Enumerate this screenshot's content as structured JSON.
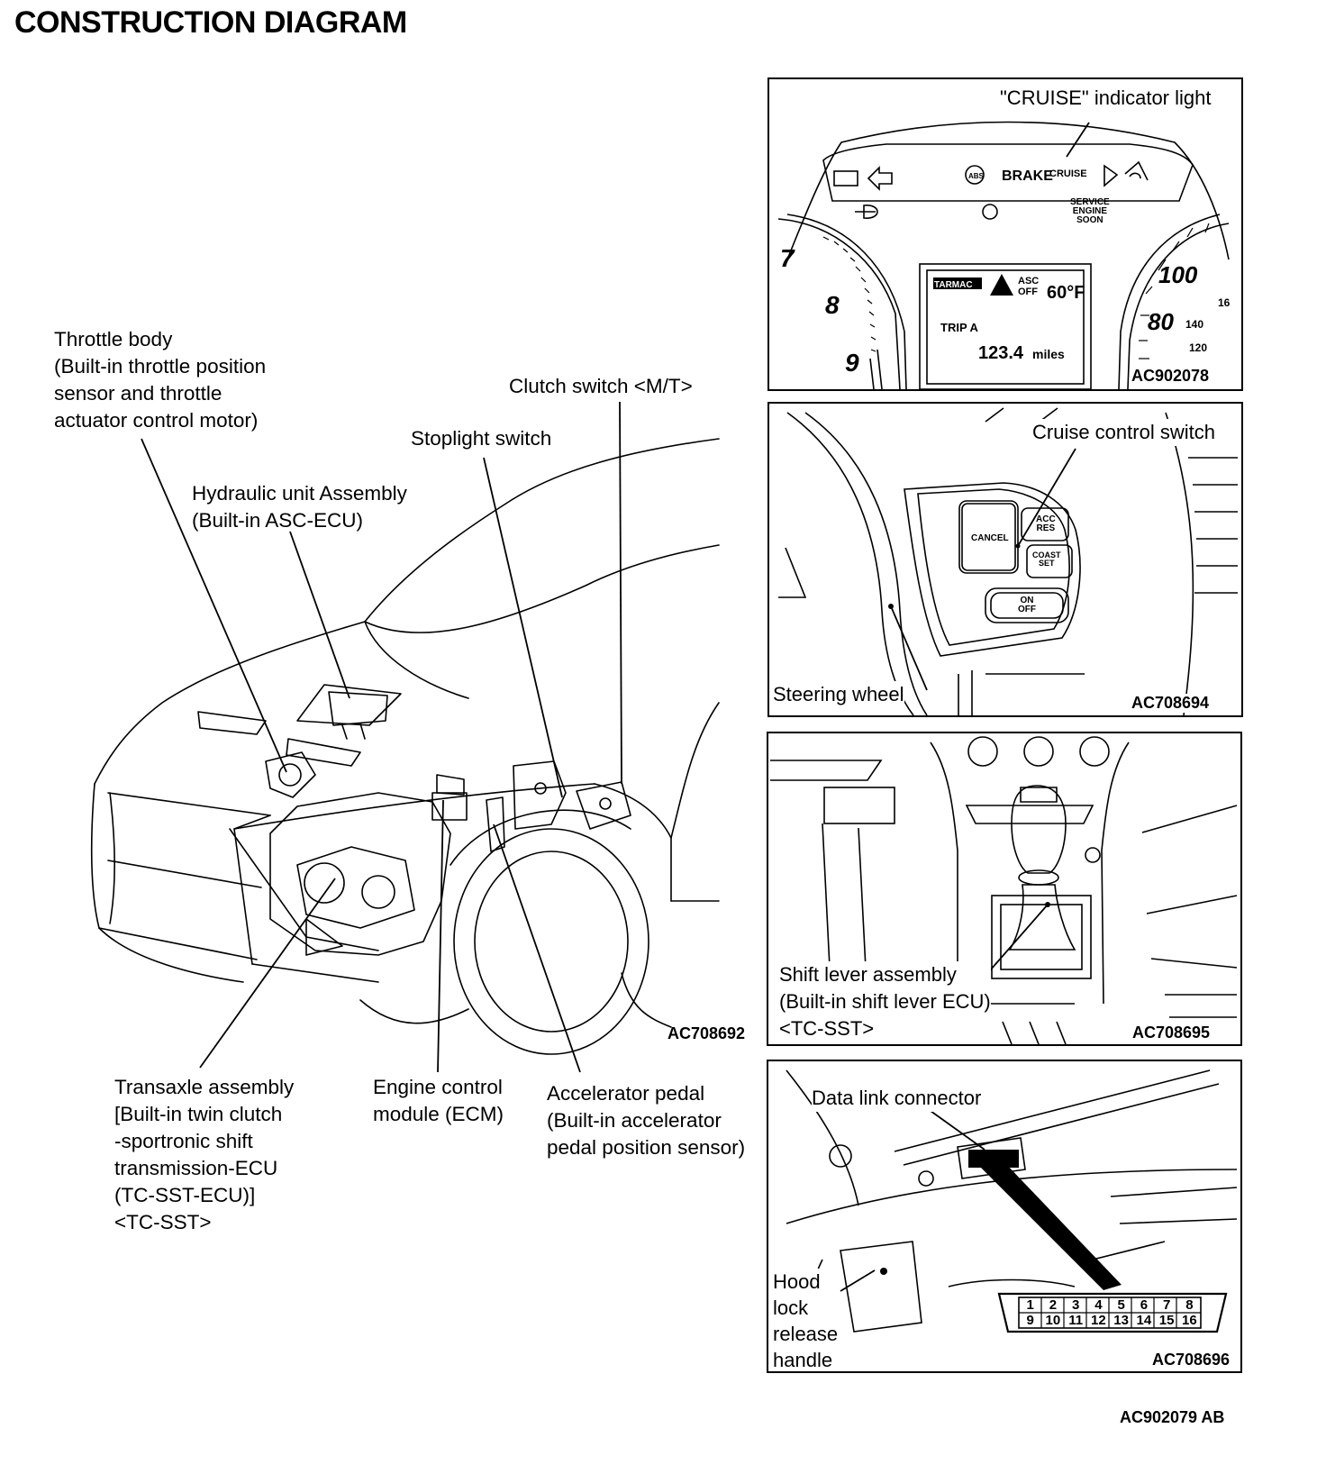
{
  "title": "CONSTRUCTION DIAGRAM",
  "main": {
    "labels": {
      "throttle_body": "Throttle body\n(Built-in throttle position\nsensor and throttle\nactuator control motor)",
      "hydraulic_unit": "Hydraulic unit Assembly\n(Built-in ASC-ECU)",
      "stoplight_switch": "Stoplight switch",
      "clutch_switch": "Clutch switch <M/T>",
      "transaxle": "Transaxle assembly\n[Built-in twin clutch\n-sportronic shift\ntransmission-ECU\n(TC-SST-ECU)]\n<TC-SST>",
      "ecm": "Engine control\nmodule (ECM)",
      "accelerator": "Accelerator pedal\n(Built-in accelerator\npedal position sensor)"
    },
    "code": "AC708692"
  },
  "panels": {
    "cluster": {
      "label": "\"CRUISE\" indicator light",
      "code": "AC902078",
      "indicators": {
        "brake": "BRAKE",
        "cruise": "CRUISE",
        "abs": "ABS",
        "service": "SERVICE\nENGINE\nSOON"
      },
      "tach_numbers": [
        "7",
        "8",
        "9"
      ],
      "speed_numbers": [
        "100",
        "80"
      ],
      "kmh_numbers": [
        "16",
        "140",
        "120"
      ],
      "display": {
        "tarmac": "TARMAC",
        "asc": "ASC\nOFF",
        "temp": "60°F",
        "trip": "TRIP A",
        "miles": "123.4",
        "miles_unit": "miles"
      }
    },
    "steering": {
      "label": "Cruise control switch",
      "wheel_label": "Steering wheel",
      "code": "AC708694",
      "buttons": {
        "cancel": "CANCEL",
        "acc_res": "ACC\nRES",
        "coast_set": "COAST\nSET",
        "on_off": "ON\nOFF"
      }
    },
    "shift": {
      "label": "Shift lever assembly\n(Built-in shift lever ECU)\n<TC-SST>",
      "code": "AC708695"
    },
    "dlc": {
      "label": "Data link connector",
      "hood_label": "Hood\nlock\nrelease\nhandle",
      "code": "AC708696",
      "pins_top": [
        "1",
        "2",
        "3",
        "4",
        "5",
        "6",
        "7",
        "8"
      ],
      "pins_bottom": [
        "9",
        "10",
        "11",
        "12",
        "13",
        "14",
        "15",
        "16"
      ]
    }
  },
  "figure_code": "AC902079 AB"
}
